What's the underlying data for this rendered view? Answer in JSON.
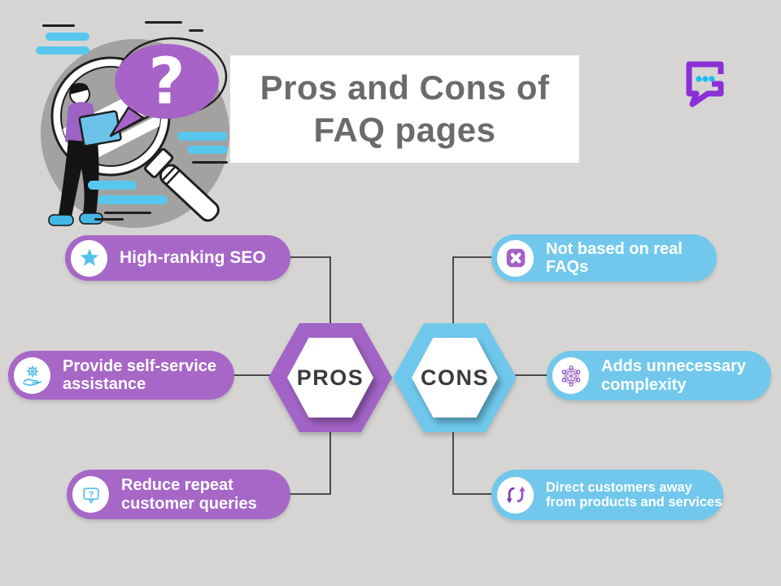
{
  "header": {
    "title_line1": "Pros and Cons of",
    "title_line2": "FAQ pages"
  },
  "hubs": {
    "pros": {
      "label": "PROS"
    },
    "cons": {
      "label": "CONS"
    }
  },
  "pros": {
    "items": [
      {
        "label": "High-ranking SEO",
        "icon": "star-icon"
      },
      {
        "label": "Provide self-service assistance",
        "icon": "hand-gear-icon"
      },
      {
        "label": "Reduce repeat customer queries",
        "icon": "question-bubble-icon"
      }
    ]
  },
  "cons": {
    "items": [
      {
        "label": "Not based on real FAQs",
        "icon": "x-square-icon"
      },
      {
        "label": "Adds unnecessary complexity",
        "icon": "network-icon"
      },
      {
        "label": "Direct customers away from products and services",
        "icon": "shuffle-arrows-icon"
      }
    ]
  },
  "illustration": {
    "question_mark": "?"
  },
  "icons": {
    "question_mark": "?"
  },
  "colors": {
    "background": "#d6d5d3",
    "purple": "#a767c7",
    "blue": "#71c8ec",
    "title_text": "#6b6b6b",
    "hub_text": "#3b3b3b",
    "connector": "#4b4b4b",
    "logo_purple": "#8b2fd6",
    "logo_dots": "#1cbcf2"
  }
}
